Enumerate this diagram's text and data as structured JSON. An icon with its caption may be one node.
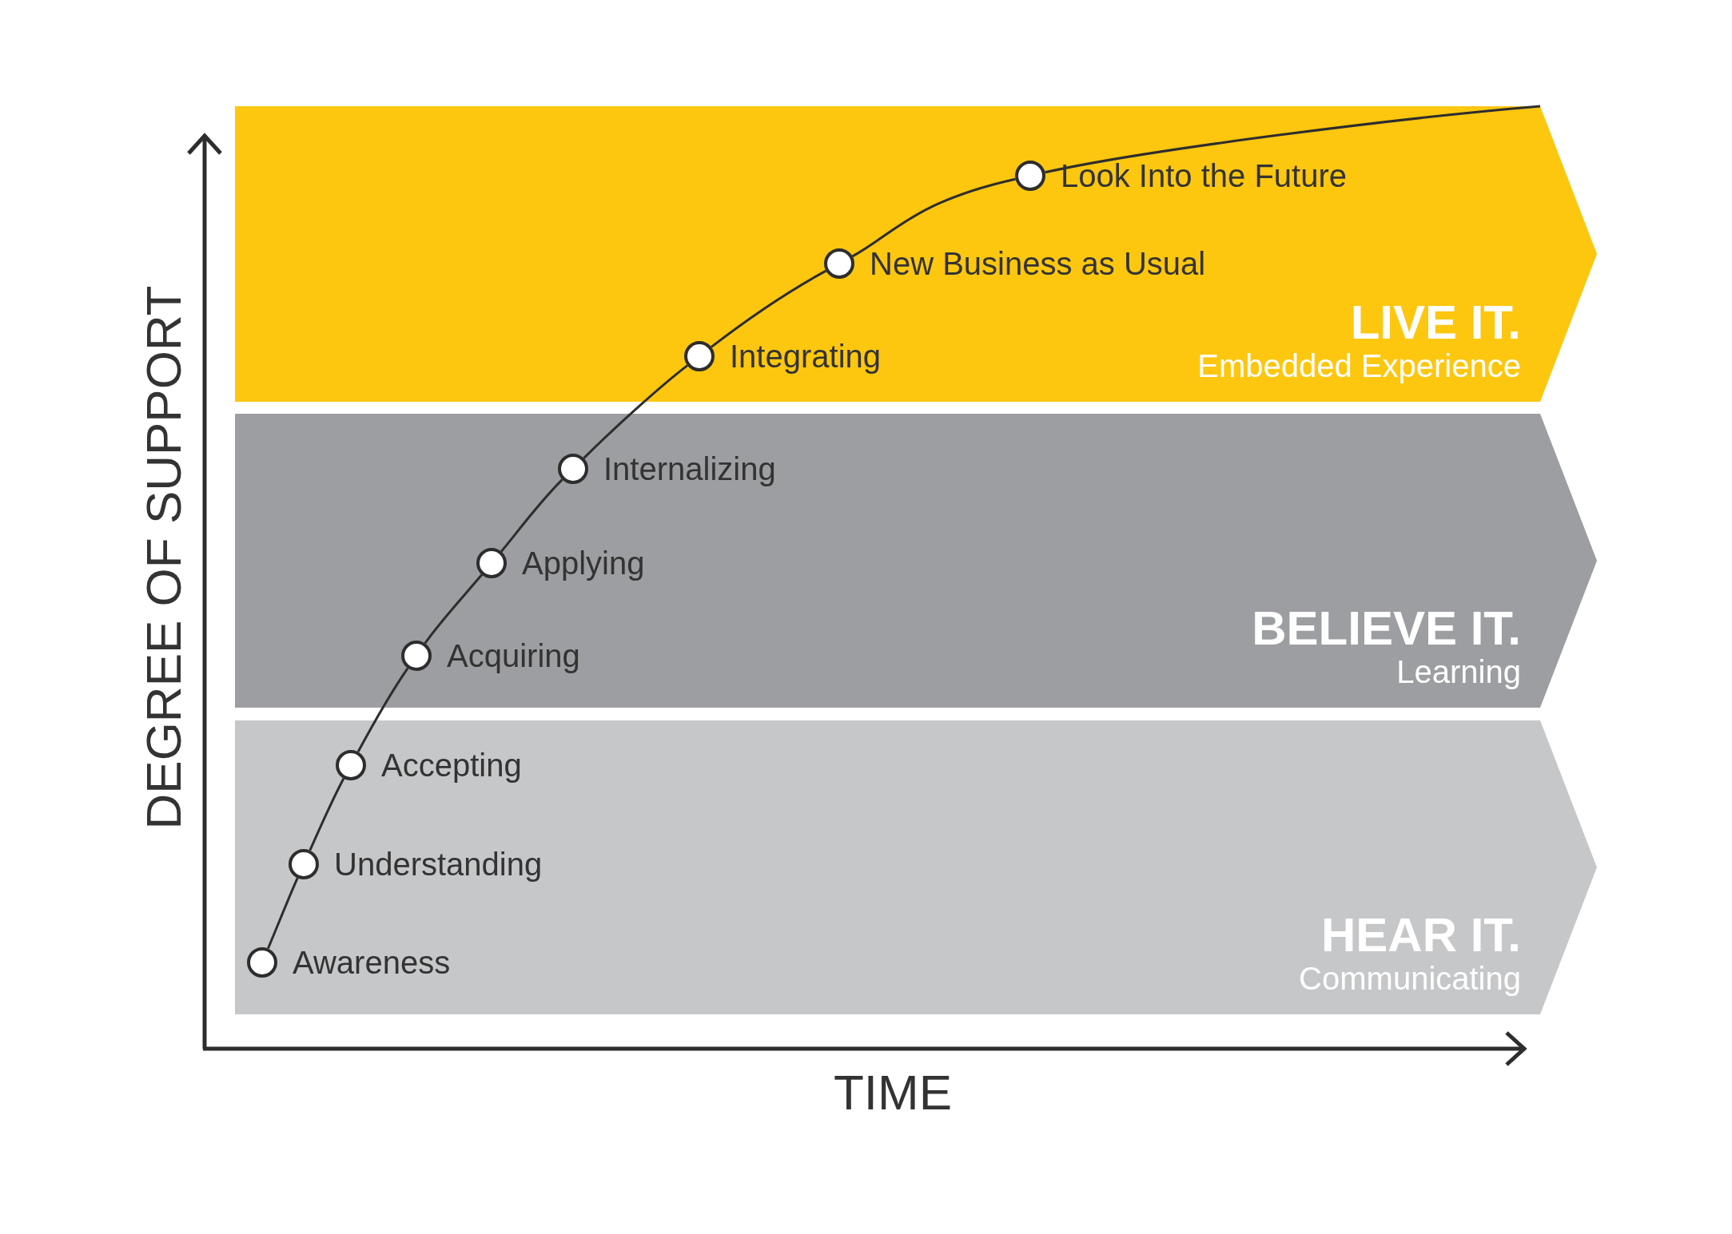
{
  "diagram": {
    "nodes": [
      {
        "text": [
          "LIVE IT.",
          "Embedded Experience"
        ]
      },
      {
        "text": [],
        "shape": "circle",
        "beside": [
          "Look Into the Future"
        ],
        "in": 0
      },
      {
        "text": [],
        "shape": "circle",
        "beside": [
          "New Business as Usual"
        ],
        "in": 0
      },
      {
        "text": [],
        "shape": "circle",
        "beside": [
          "Integrating"
        ],
        "in": 0
      },
      {
        "text": [
          "BELIEVE IT.",
          "Learning"
        ]
      },
      {
        "text": [],
        "shape": "circle",
        "beside": [
          "Internalizing"
        ],
        "in": 4
      },
      {
        "text": [],
        "shape": "circle",
        "beside": [
          "Applying"
        ],
        "in": 4
      },
      {
        "text": [],
        "shape": "circle",
        "beside": [
          "Acquiring"
        ],
        "in": 4
      },
      {
        "text": [
          "HEAR IT.",
          "Communicating"
        ]
      },
      {
        "text": [],
        "shape": "circle",
        "beside": [
          "Accepting"
        ],
        "in": 8
      },
      {
        "text": [],
        "shape": "circle",
        "beside": [
          "Understanding"
        ],
        "in": 8
      },
      {
        "text": [],
        "shape": "circle",
        "beside": [
          "Awareness"
        ],
        "in": 8
      }
    ],
    "edges": [
      {
        "from": 11,
        "to": 10,
        "arrow": "none"
      },
      {
        "from": 10,
        "to": 9,
        "arrow": "none"
      },
      {
        "from": 9,
        "to": 7,
        "arrow": "none"
      },
      {
        "from": 7,
        "to": 6,
        "arrow": "none"
      },
      {
        "from": 6,
        "to": 5,
        "arrow": "none"
      },
      {
        "from": 5,
        "to": 3,
        "arrow": "none"
      },
      {
        "from": 3,
        "to": 2,
        "arrow": "none"
      },
      {
        "from": 2,
        "to": 1,
        "arrow": "none"
      },
      {
        "from": 1,
        "to": null,
        "arrow": "none"
      }
    ],
    "labels": [
      "DEGREE OF SUPPORT",
      "TIME"
    ]
  }
}
